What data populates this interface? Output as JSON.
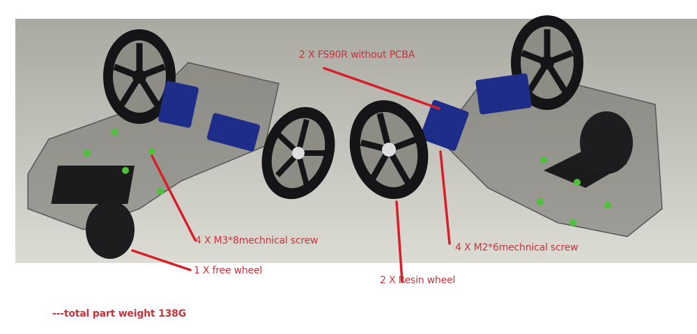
{
  "annotations": {
    "servo": "2 X FS90R without PCBA",
    "m3_screw": "4 X M3*8mechnical screw",
    "free_wheel": "1 X free wheel",
    "m2_screw": "4 X M2*6mechnical screw",
    "resin_wheel": "2 X Resin wheel"
  },
  "footer": {
    "total_weight": "---total part weight 138G"
  },
  "colors": {
    "annotation": "#c8323a",
    "background_top": "#a9a9a1",
    "background_bottom": "#dcdcd4",
    "wheel": "#151518",
    "servo": "#1e2c8a",
    "screw": "#4cc23a"
  }
}
